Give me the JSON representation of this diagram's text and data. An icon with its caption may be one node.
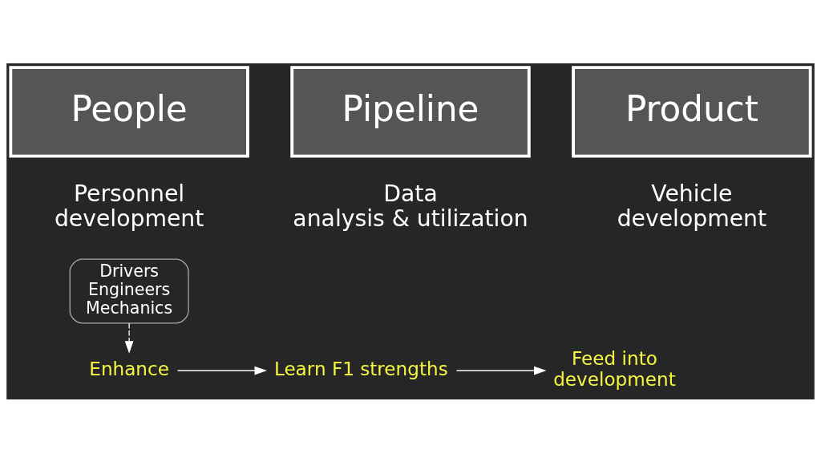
{
  "diagram": {
    "nodes": [
      {
        "text": [
          "People"
        ],
        "beside": [
          "Personnel development"
        ]
      },
      {
        "text": [
          "Pipeline"
        ],
        "beside": [
          "Data analysis & utilization"
        ]
      },
      {
        "text": [
          "Product"
        ],
        "beside": [
          "Vehicle development"
        ]
      },
      {
        "text": [
          "Drivers Engineers Mechanics"
        ]
      },
      {
        "text": [
          "Enhance"
        ]
      },
      {
        "text": [
          "Learn F1 strengths"
        ]
      },
      {
        "text": [
          "Feed into development"
        ]
      }
    ],
    "edges": [
      {
        "from": 3,
        "to": 4,
        "arrow": "to",
        "style": "dashed"
      },
      {
        "from": 4,
        "to": 5,
        "arrow": "to"
      },
      {
        "from": 5,
        "to": 6,
        "arrow": "to"
      }
    ]
  }
}
